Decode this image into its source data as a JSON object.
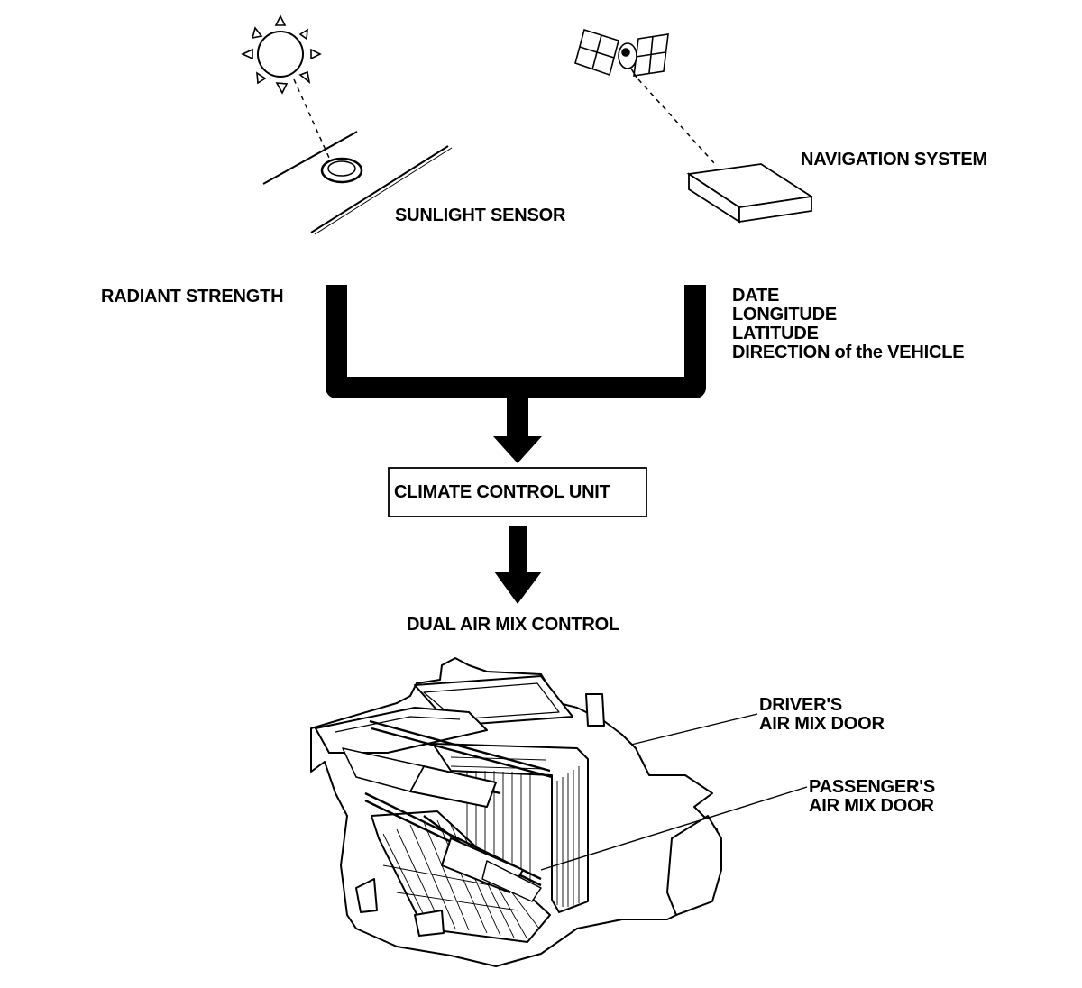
{
  "labels": {
    "navigation_system": "NAVIGATION SYSTEM",
    "sunlight_sensor": "SUNLIGHT SENSOR",
    "radiant_strength": "RADIANT STRENGTH",
    "nav_inputs": [
      "DATE",
      "LONGITUDE",
      "LATITUDE",
      "DIRECTION of the VEHICLE"
    ],
    "climate_control_unit": "CLIMATE CONTROL UNIT",
    "dual_air_mix_control": "DUAL AIR MIX CONTROL",
    "drivers_door": [
      "DRIVER'S",
      "AIR MIX DOOR"
    ],
    "passengers_door": [
      "PASSENGER'S",
      "AIR MIX DOOR"
    ]
  },
  "icons": {
    "sun": "sun-icon",
    "satellite": "satellite-icon",
    "sensor": "sunlight-sensor-icon",
    "nav_unit": "navigation-unit-icon",
    "hvac": "hvac-unit-illustration"
  },
  "colors": {
    "ink": "#000000",
    "background": "#ffffff"
  }
}
